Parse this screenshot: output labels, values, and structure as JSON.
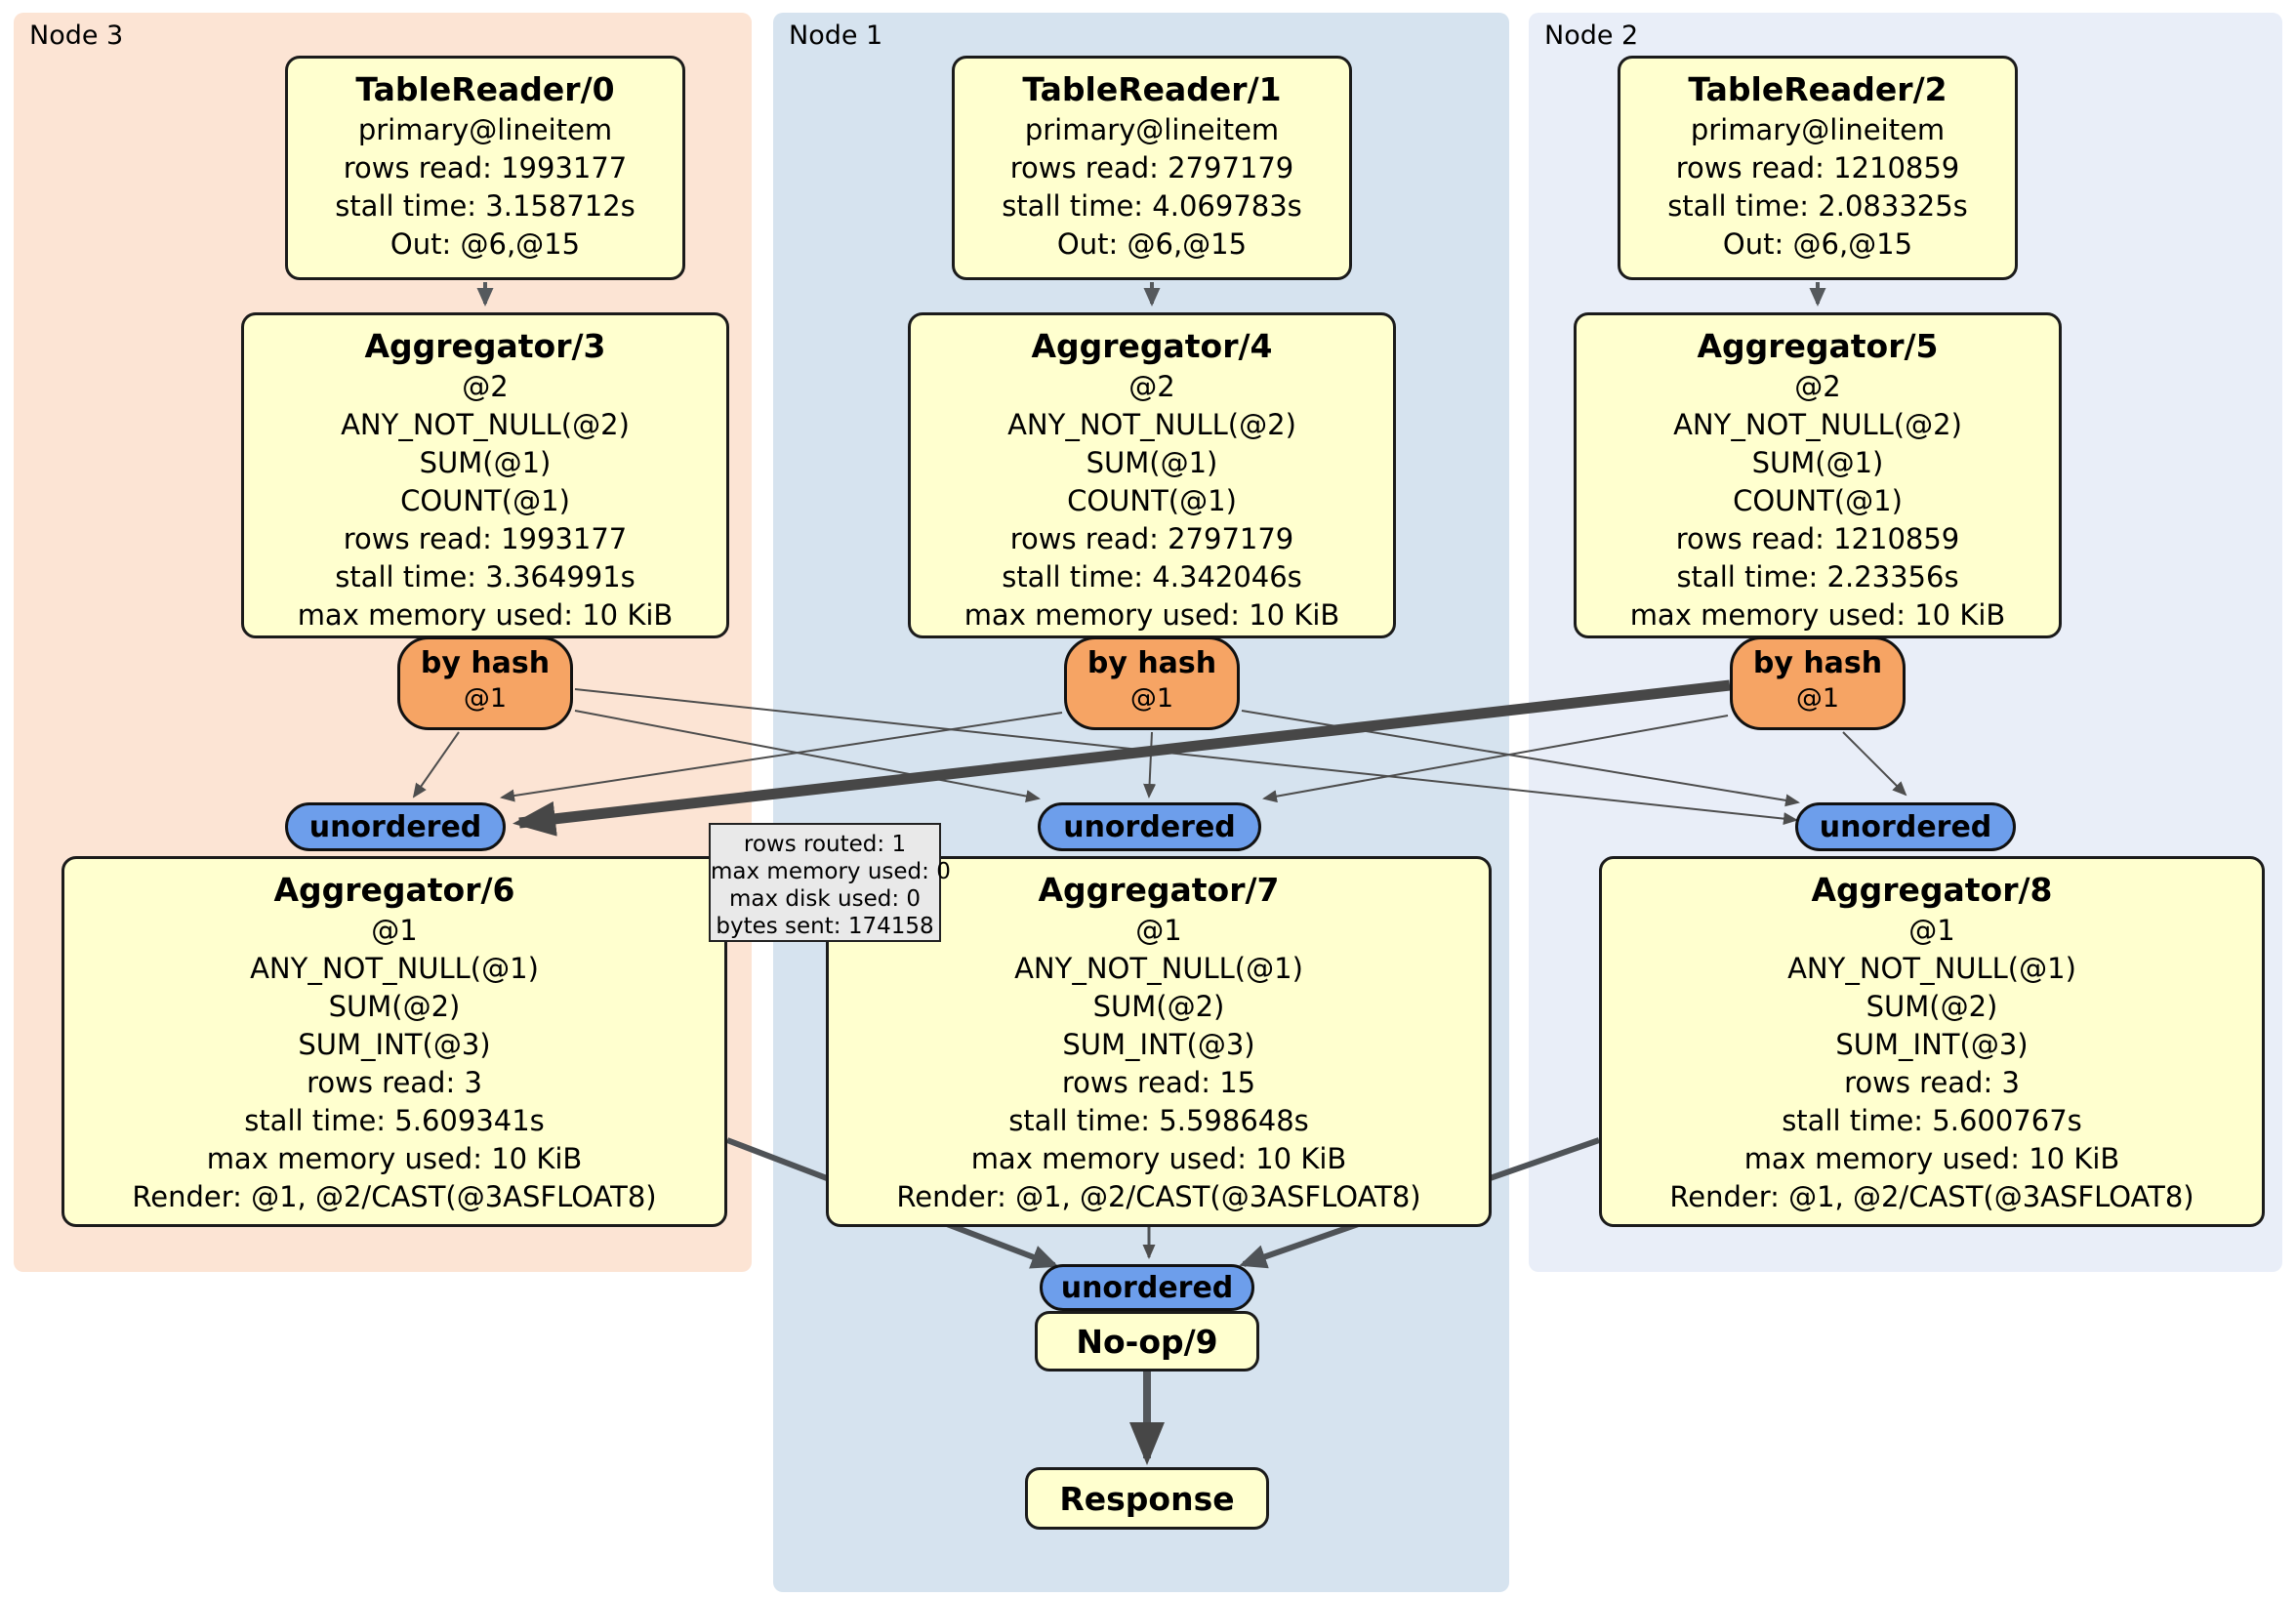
{
  "regions": [
    {
      "label": "Node 3"
    },
    {
      "label": "Node 1"
    },
    {
      "label": "Node 2"
    }
  ],
  "colors": {
    "node3_bg": "#fce4d4",
    "node1_bg": "#d6e3ef",
    "node2_bg": "#e9eef8",
    "box_fill": "#ffffcf",
    "router_fill": "#f6a464",
    "sync_fill": "#6d9eeb",
    "edge": "#4d4d4d",
    "tooltip_bg": "#e9e9e9"
  },
  "processors": {
    "tr0": {
      "title": "TableReader/0",
      "lines": [
        "primary@lineitem",
        "rows read: 1993177",
        "stall time: 3.158712s",
        "Out: @6,@15"
      ]
    },
    "tr1": {
      "title": "TableReader/1",
      "lines": [
        "primary@lineitem",
        "rows read: 2797179",
        "stall time: 4.069783s",
        "Out: @6,@15"
      ]
    },
    "tr2": {
      "title": "TableReader/2",
      "lines": [
        "primary@lineitem",
        "rows read: 1210859",
        "stall time: 2.083325s",
        "Out: @6,@15"
      ]
    },
    "agg3": {
      "title": "Aggregator/3",
      "lines": [
        "@2",
        "ANY_NOT_NULL(@2)",
        "SUM(@1)",
        "COUNT(@1)",
        "rows read: 1993177",
        "stall time: 3.364991s",
        "max memory used: 10 KiB"
      ]
    },
    "agg4": {
      "title": "Aggregator/4",
      "lines": [
        "@2",
        "ANY_NOT_NULL(@2)",
        "SUM(@1)",
        "COUNT(@1)",
        "rows read: 2797179",
        "stall time: 4.342046s",
        "max memory used: 10 KiB"
      ]
    },
    "agg5": {
      "title": "Aggregator/5",
      "lines": [
        "@2",
        "ANY_NOT_NULL(@2)",
        "SUM(@1)",
        "COUNT(@1)",
        "rows read: 1210859",
        "stall time: 2.23356s",
        "max memory used: 10 KiB"
      ]
    },
    "agg6": {
      "title": "Aggregator/6",
      "lines": [
        "@1",
        "ANY_NOT_NULL(@1)",
        "SUM(@2)",
        "SUM_INT(@3)",
        "rows read: 3",
        "stall time: 5.609341s",
        "max memory used: 10 KiB",
        "Render: @1, @2/CAST(@3ASFLOAT8)"
      ]
    },
    "agg7": {
      "title": "Aggregator/7",
      "lines": [
        "@1",
        "ANY_NOT_NULL(@1)",
        "SUM(@2)",
        "SUM_INT(@3)",
        "rows read: 15",
        "stall time: 5.598648s",
        "max memory used: 10 KiB",
        "Render: @1, @2/CAST(@3ASFLOAT8)"
      ]
    },
    "agg8": {
      "title": "Aggregator/8",
      "lines": [
        "@1",
        "ANY_NOT_NULL(@1)",
        "SUM(@2)",
        "SUM_INT(@3)",
        "rows read: 3",
        "stall time: 5.600767s",
        "max memory used: 10 KiB",
        "Render: @1, @2/CAST(@3ASFLOAT8)"
      ]
    },
    "noop": {
      "title": "No-op/9"
    },
    "response": {
      "title": "Response"
    }
  },
  "router": {
    "label": "by hash",
    "detail": "@1"
  },
  "sync": {
    "label": "unordered"
  },
  "tooltip": {
    "lines": [
      "rows routed: 1",
      "max memory used: 0",
      "max disk used: 0",
      "bytes sent: 174158"
    ]
  }
}
